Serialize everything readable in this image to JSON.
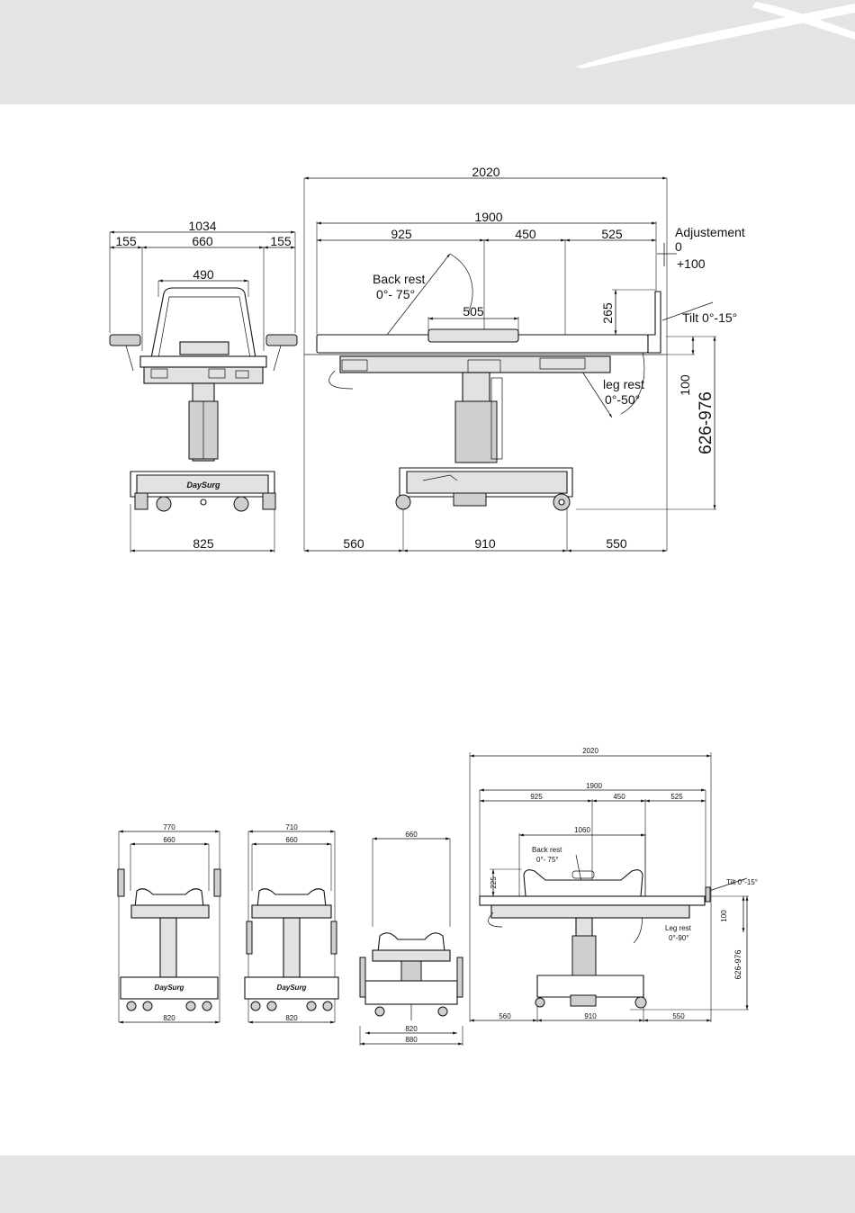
{
  "top_drawing": {
    "front_view": {
      "overall_width": "1034",
      "left_offset": "155",
      "inner_width": "660",
      "right_offset": "155",
      "back_width": "490",
      "base_width": "825"
    },
    "side_view": {
      "overall_length": "2020",
      "top_length": "1900",
      "seg_back": "925",
      "seg_mid": "450",
      "seg_leg": "525",
      "seat_width": "505",
      "rail_height": "265",
      "adjustment_title": "Adjustement",
      "adjustment_min": "0",
      "adjustment_max": "+100",
      "back_rest_label": "Back rest",
      "back_rest_range": "0°- 75°",
      "leg_rest_label": "leg rest",
      "leg_rest_range": "0°-50°",
      "tilt_label": "Tilt 0°-15°",
      "adjust_height": "100",
      "height_range": "626-976",
      "base_front": "560",
      "base_mid": "910",
      "base_rear": "550"
    }
  },
  "bottom_drawing": {
    "front_a": {
      "top_width": "770",
      "inner_width": "660",
      "base_width": "820"
    },
    "front_b": {
      "top_width": "710",
      "inner_width": "660",
      "base_width": "820"
    },
    "front_c": {
      "top_width": "660",
      "base_width": "820",
      "base_width_outer": "880"
    },
    "side_view": {
      "overall_length": "2020",
      "top_length": "1900",
      "seg_back": "925",
      "seg_mid": "450",
      "seg_leg": "525",
      "rail_length": "1060",
      "rail_height": "225",
      "back_rest_label": "Back rest",
      "back_rest_range": "0°- 75°",
      "tilt_label": "Tilt 0°-15°",
      "leg_rest_label": "Leg rest",
      "leg_rest_range": "0°-90°",
      "adjust_height": "100",
      "height_range": "626-976",
      "base_front": "560",
      "base_mid": "910",
      "base_rear": "550"
    }
  },
  "brand": "DaySurg"
}
